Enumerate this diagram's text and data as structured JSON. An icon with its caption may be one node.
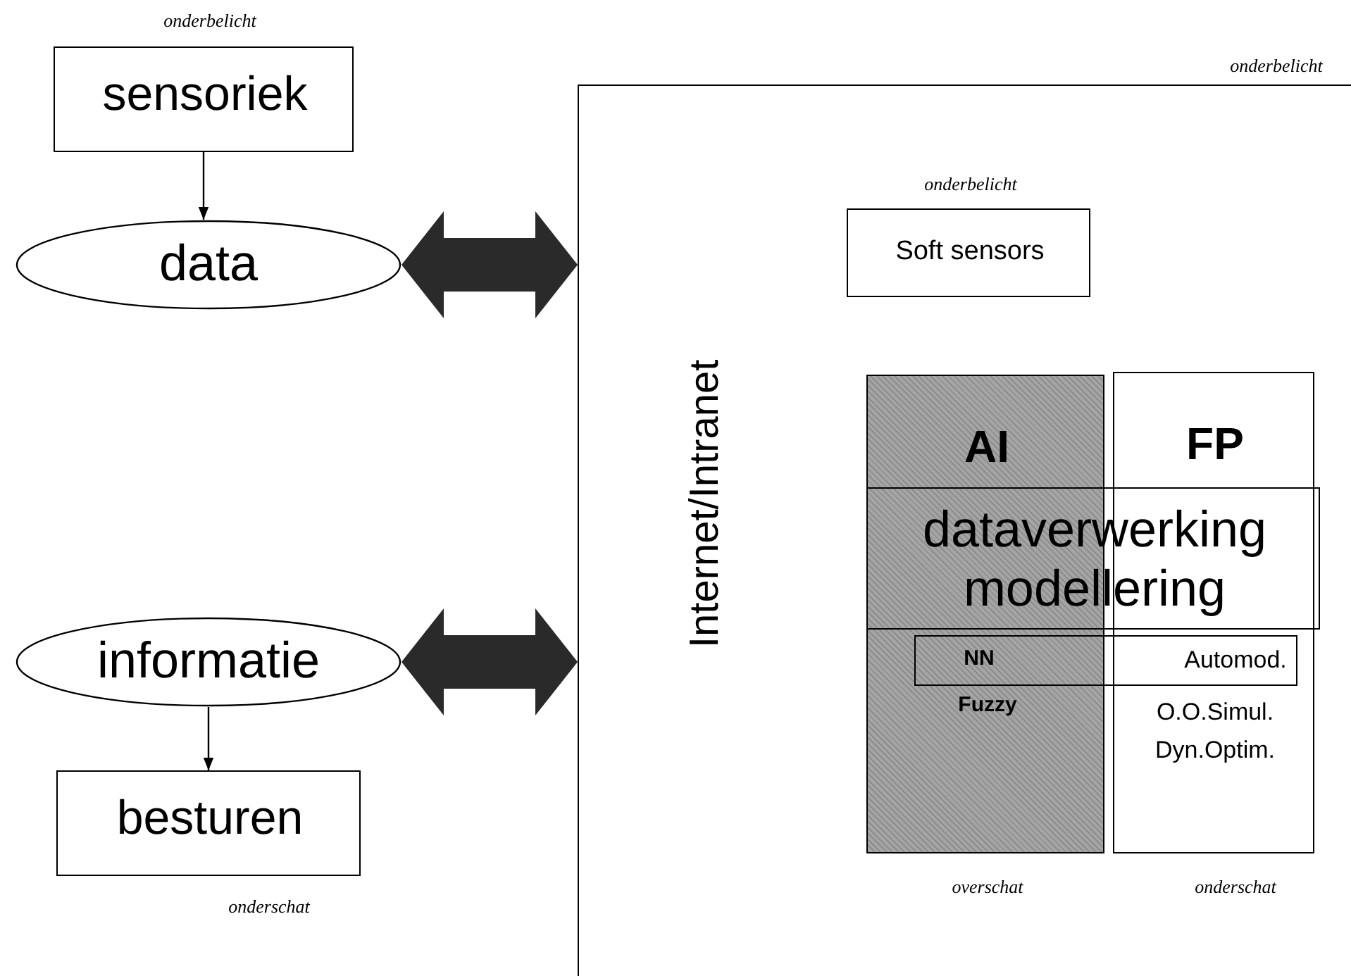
{
  "diagram": {
    "nodes": [
      {
        "text": [
          "sensoriek"
        ],
        "beside": [
          "onderbelicht"
        ]
      },
      {
        "text": [
          "data"
        ]
      },
      {
        "text": [
          "informatie"
        ]
      },
      {
        "text": [
          "besturen"
        ],
        "beside": [
          "onderschat"
        ]
      },
      {
        "text": [
          "Internet/Intranet"
        ],
        "beside": [
          "onderbelicht"
        ]
      },
      {
        "text": [
          "Soft sensors"
        ],
        "in": 4,
        "beside": [
          "onderbelicht"
        ]
      },
      {
        "text": [
          "AI",
          "Fuzzy"
        ],
        "in": 4,
        "beside": [
          "overschat"
        ]
      },
      {
        "text": [
          "FP",
          "O.O.Simul. Dyn.Optim."
        ],
        "in": 4,
        "beside": [
          "onderschat"
        ]
      },
      {
        "text": [
          "dataverwerking modellering"
        ],
        "in": 4
      },
      {
        "text": [
          "NN",
          "Automod."
        ],
        "in": 4
      }
    ],
    "edges": [
      {
        "from": 0,
        "to": 1,
        "arrow": "to"
      },
      {
        "from": 1,
        "to": 4,
        "arrow": "both",
        "style": "thick"
      },
      {
        "from": 2,
        "to": 4,
        "arrow": "both",
        "style": "thick"
      },
      {
        "from": 2,
        "to": 3,
        "arrow": "to"
      }
    ]
  }
}
